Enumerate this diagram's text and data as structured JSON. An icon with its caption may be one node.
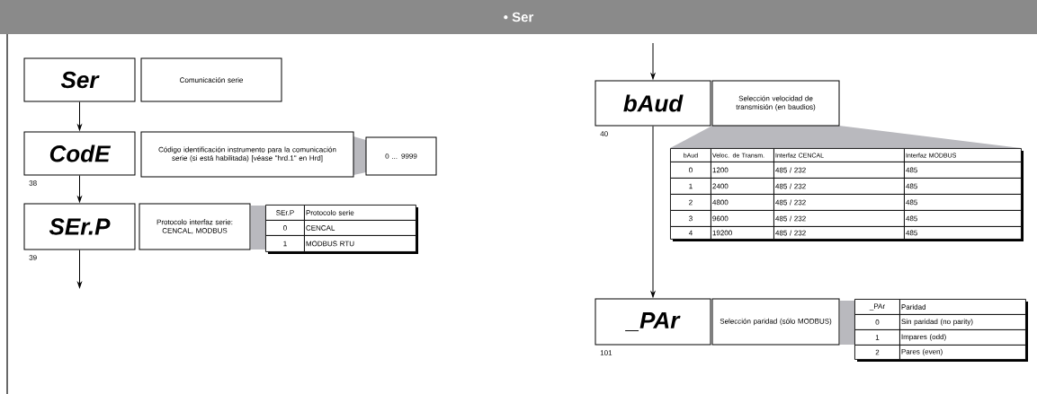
{
  "diagram": {
    "title": "• Ser",
    "nodes": [
      {
        "text": [
          "Ser"
        ]
      },
      {
        "text": [
          "Comunicación serie"
        ]
      },
      {
        "text": [
          "CodE"
        ],
        "beside": [
          "38"
        ]
      },
      {
        "text": [
          "Código identificación instrumento para la comunicación serie (si está habilitada) [véase \"hrd.1\" en Hrd]"
        ]
      },
      {
        "text": [
          "0 ... 9999"
        ]
      },
      {
        "text": [
          "SEr.P"
        ],
        "beside": [
          "39"
        ]
      },
      {
        "text": [
          "Protocolo interfaz serie: CENCAL, MODBUS"
        ]
      },
      {
        "text": [
          "bAud"
        ],
        "beside": [
          "40"
        ]
      },
      {
        "text": [
          "Selección velocidad de transmisión (en baudios)"
        ]
      },
      {
        "text": [
          "_PAr"
        ],
        "beside": [
          "101"
        ]
      },
      {
        "text": [
          "Selección paridad (sólo MODBUS)"
        ]
      }
    ],
    "edges": [
      {
        "from": 0,
        "to": 2,
        "arrow": "to"
      },
      {
        "from": 2,
        "to": 5,
        "arrow": "to"
      },
      {
        "from": 5,
        "to": null,
        "arrow": "to"
      },
      {
        "from": null,
        "to": 7,
        "arrow": "to"
      },
      {
        "from": 7,
        "to": 9,
        "arrow": "to"
      }
    ],
    "labels": [
      "SEr.P",
      "Protocolo serie",
      "0",
      "CENCAL",
      "1",
      "MODBUS RTU",
      "bAud",
      "Veloc. de Transm.",
      "Interfaz CENCAL",
      "Interfaz MODBUS",
      "0",
      "1200",
      "485 / 232",
      "485",
      "1",
      "2400",
      "485 / 232",
      "485",
      "2",
      "4800",
      "485 / 232",
      "485",
      "3",
      "9600",
      "485 / 232",
      "485",
      "4",
      "19200",
      "485 / 232",
      "485",
      "_PAr",
      "Paridad",
      "0",
      "Sin paridad (no parity)",
      "1",
      "Impares (odd)",
      "2",
      "Pares (even)"
    ]
  }
}
